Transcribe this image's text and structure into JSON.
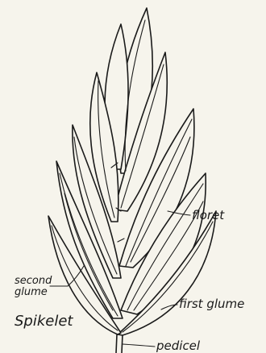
{
  "labels": {
    "floret": "floret",
    "second_glume_line1": "second",
    "second_glume_line2": "glume",
    "first_glume": "first glume",
    "pedicel": "pedicel",
    "caption": "Spikelet"
  }
}
